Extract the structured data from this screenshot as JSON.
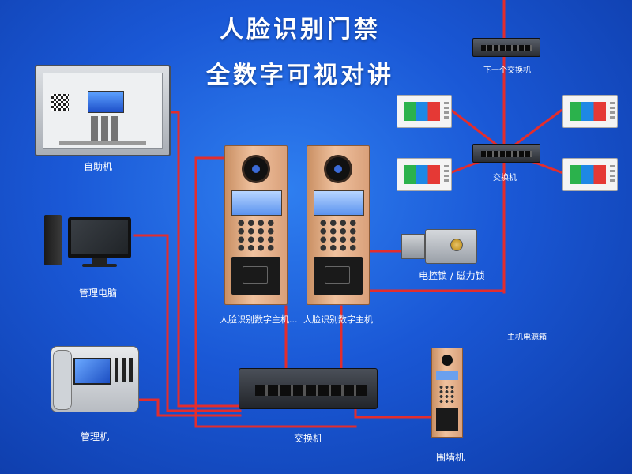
{
  "title": {
    "line1": "人脸识别门禁",
    "line2": "全数字可视对讲"
  },
  "labels": {
    "kiosk": "自助机",
    "management_pc": "管理电脑",
    "management_machine": "管理机",
    "main_switch": "交换机",
    "wall_unit": "围墙机",
    "face_host_1": "人脸识别数字主机...",
    "face_host_2": "人脸识别数字主机",
    "lock": "电控锁 / 磁力锁",
    "power_box": "主机电源箱",
    "upper_switch": "交换机",
    "next_switch": "下一个交换机"
  },
  "colors": {
    "wire": "#e32d2d",
    "background": "#1a58d6",
    "text": "#ffffff"
  }
}
